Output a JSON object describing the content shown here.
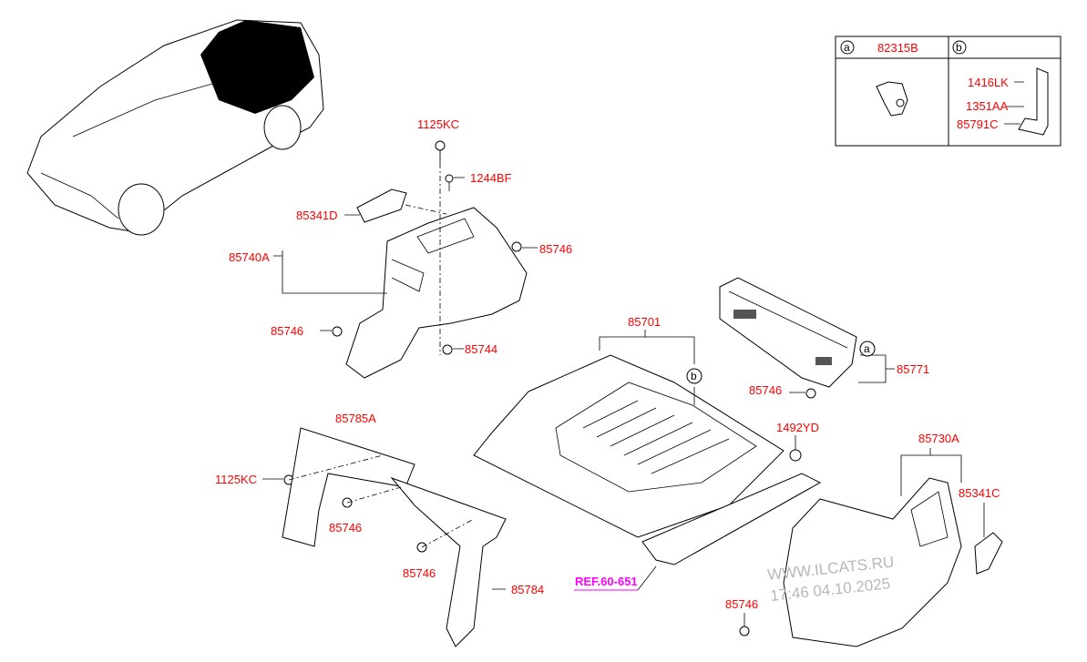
{
  "labels": {
    "p1125KC_top": "1125KC",
    "p1244BF": "1244BF",
    "p85341D": "85341D",
    "p85740A": "85740A",
    "p85746_a": "85746",
    "p85746_b": "85746",
    "p85744": "85744",
    "p85701": "85701",
    "p85771": "85771",
    "p85746_c": "85746",
    "p85785A": "85785A",
    "p1125KC_left": "1125KC",
    "p85746_d": "85746",
    "p85746_e": "85746",
    "p85784": "85784",
    "p1492YD": "1492YD",
    "p85730A": "85730A",
    "p85341C": "85341C",
    "p85746_f": "85746"
  },
  "callouts": {
    "a": "a",
    "b": "b"
  },
  "reference": "REF.60-651",
  "legend_table": {
    "col_a": {
      "key": "a",
      "part": "82315B"
    },
    "col_b": {
      "key": "b",
      "parts": [
        "1416LK",
        "1351AA",
        "85791C"
      ]
    }
  },
  "watermark": {
    "line1": "WWW.ILCATS.RU",
    "line2": "17:46 04.10.2025"
  },
  "colors": {
    "part_number": "#ff0000",
    "reference": "#ff00ff",
    "line": "#000000"
  }
}
